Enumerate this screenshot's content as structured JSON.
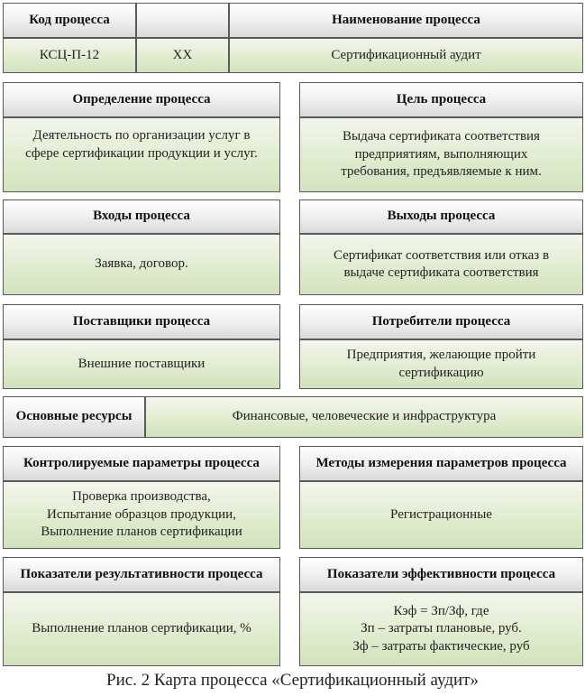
{
  "top_row": {
    "code_header": "Код процесса",
    "blank_header": "",
    "name_header": "Наименование процесса",
    "code_value": "КСЦ-П-12",
    "owner_value": "ХХ",
    "name_value": "Сертификационный аудит"
  },
  "definition": {
    "title": "Определение процесса",
    "text": "Деятельность по организации услуг в\nсфере сертификации продукции и услуг."
  },
  "goal": {
    "title": "Цель процесса",
    "text": "Выдача сертификата соответствия\nпредприятиям, выполняющих\nтребования, предъявляемые к ним."
  },
  "inputs": {
    "title": "Входы процесса",
    "text": "Заявка, договор."
  },
  "outputs": {
    "title": "Выходы процесса",
    "text": "Сертификат соответствия или отказ в\nвыдаче сертификата соответствия"
  },
  "suppliers": {
    "title": "Поставщики процесса",
    "text": "Внешние поставщики"
  },
  "consumers": {
    "title": "Потребители процесса",
    "text": "Предприятия, желающие пройти\nсертификацию"
  },
  "resources": {
    "title": "Основные ресурсы",
    "text": "Финансовые, человеческие и инфраструктура"
  },
  "controlled_params": {
    "title": "Контролируемые параметры процесса",
    "text": "Проверка производства,\nИспытание образцов продукции,\nВыполнение планов сертификации"
  },
  "measurement_methods": {
    "title": "Методы измерения параметров процесса",
    "text": "Регистрационные"
  },
  "performance_indicators": {
    "title": "Показатели результативности процесса",
    "text": "Выполнение планов сертификации, %"
  },
  "efficiency_indicators": {
    "title": "Показатели эффективности процесса",
    "text": "Кэф = Зп/Зф, где\nЗп – затраты плановые, руб.\nЗф – затраты фактические, руб"
  },
  "caption": "Рис. 2 Карта процесса «Сертификационный аудит»"
}
